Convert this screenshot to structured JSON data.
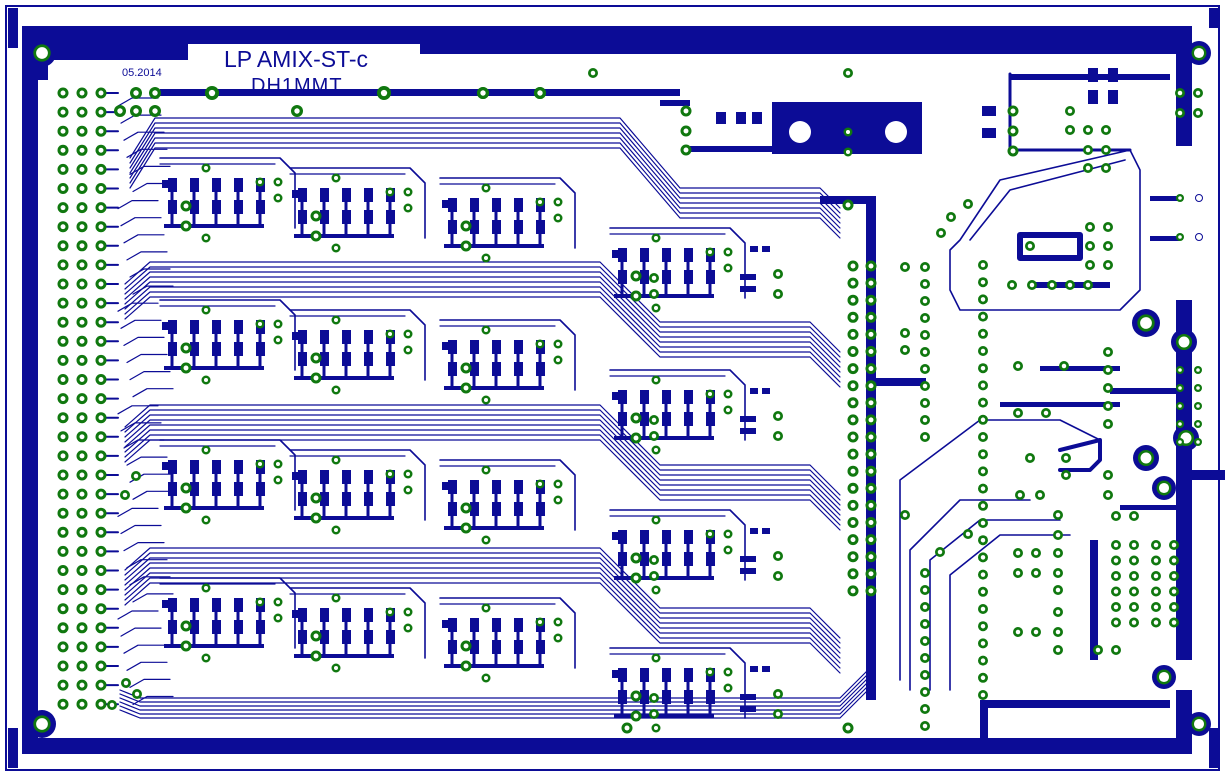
{
  "board": {
    "title": "LP AMIX-ST-c",
    "author": "DH1MMT",
    "date": "05.2014"
  },
  "colors": {
    "copper": "#0c0c96",
    "pad": "#10780f",
    "hole": "#ffffff",
    "background": "#ffffff",
    "outline": "#0c0c96"
  }
}
